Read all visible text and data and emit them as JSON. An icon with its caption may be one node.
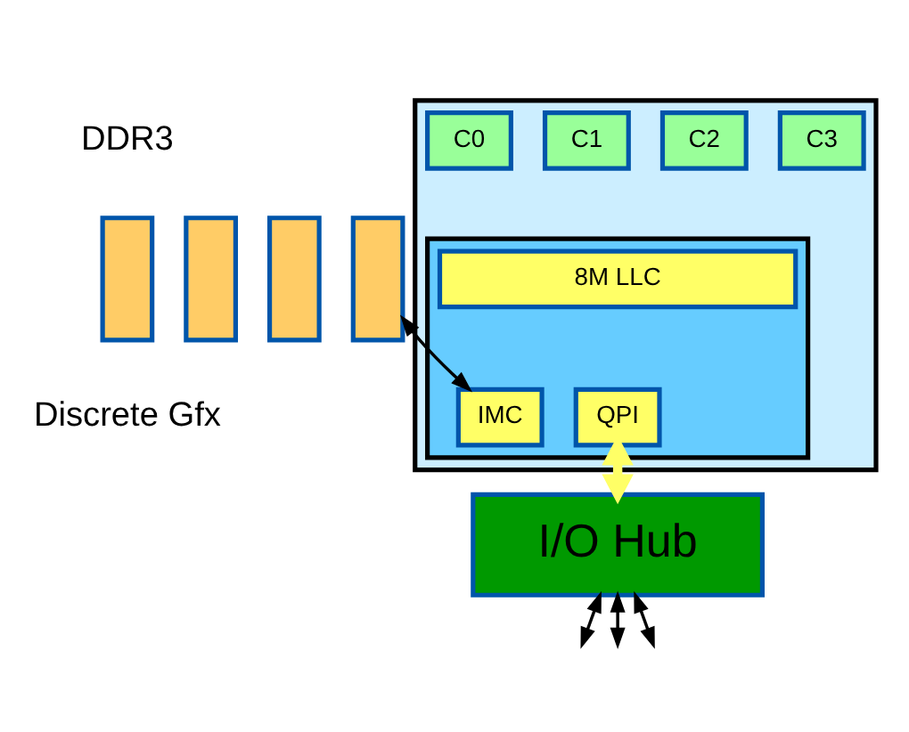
{
  "diagram": {
    "nodes": [
      {
        "text": [],
        "shape": "box"
      },
      {
        "text": [
          "C0"
        ],
        "in": 0
      },
      {
        "text": [
          "C1"
        ],
        "in": 0
      },
      {
        "text": [
          "C2"
        ],
        "in": 0
      },
      {
        "text": [
          "C3"
        ],
        "in": 0
      },
      {
        "text": [],
        "shape": "box",
        "in": 0
      },
      {
        "text": [
          "8M LLC"
        ],
        "in": 5
      },
      {
        "text": [
          "IMC"
        ],
        "in": 5
      },
      {
        "text": [
          "QPI"
        ],
        "in": 5
      },
      {
        "text": [],
        "shape": "box"
      },
      {
        "text": [],
        "shape": "box"
      },
      {
        "text": [],
        "shape": "box"
      },
      {
        "text": [],
        "shape": "box"
      },
      {
        "text": [
          "I/O Hub"
        ]
      }
    ],
    "edges": [
      {
        "from": 12,
        "to": 7,
        "arrow": "both"
      },
      {
        "from": 8,
        "to": 13,
        "arrow": "both",
        "style": "thick",
        "color": "#ffff66"
      },
      {
        "from": 13,
        "to": null,
        "arrow": "both"
      },
      {
        "from": 13,
        "to": null,
        "arrow": "both"
      },
      {
        "from": 13,
        "to": null,
        "arrow": "both"
      }
    ],
    "labels": [
      "DDR3",
      "Discrete Gfx"
    ]
  }
}
